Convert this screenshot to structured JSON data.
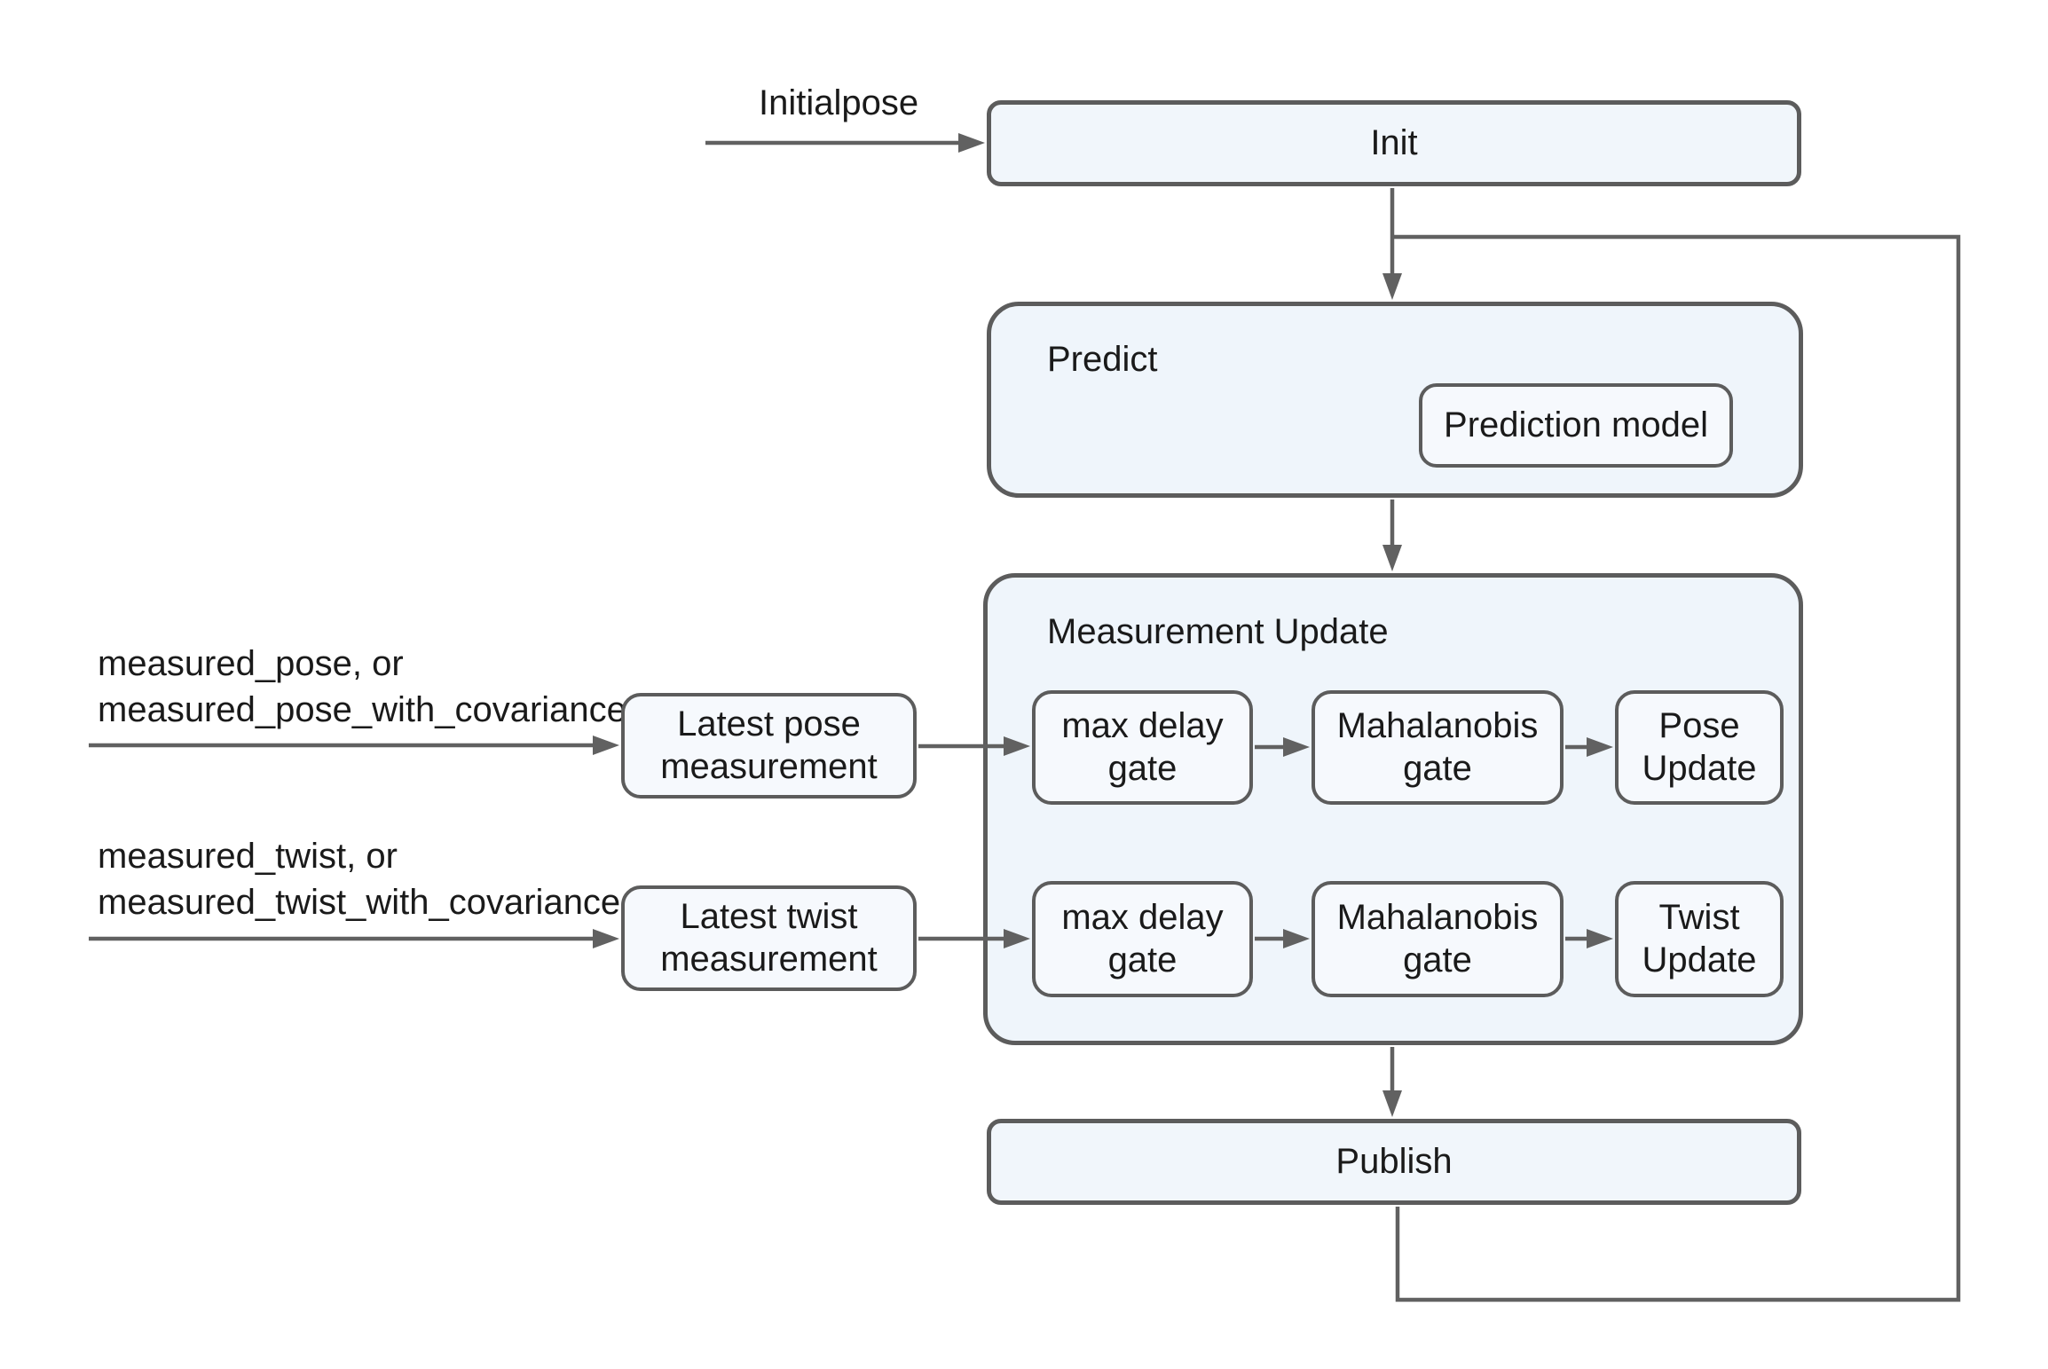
{
  "diagram": {
    "description": "Flowchart of a localization filter node: Init, Predict, Measurement Update, Publish with feedback loop",
    "colors": {
      "background": "#ffffff",
      "container_fill": "#eff5fb",
      "node_fill": "#f6f9fd",
      "banner_fill": "#f1f6fb",
      "border": "#5c5c5c",
      "arrow": "#616161",
      "text": "#1a1a1a"
    },
    "nodes": {
      "init": "Init",
      "predict": "Predict",
      "prediction_model": "Prediction model",
      "measurement_update": "Measurement Update",
      "latest_pose": "Latest pose measurement",
      "latest_twist": "Latest twist measurement",
      "pose_max_delay": "max delay gate",
      "pose_mahalanobis": "Mahalanobis gate",
      "pose_update": "Pose Update",
      "twist_max_delay": "max delay gate",
      "twist_mahalanobis": "Mahalanobis gate",
      "twist_update": "Twist Update",
      "publish": "Publish"
    },
    "labels": {
      "initialpose": "Initialpose",
      "pose_input": "measured_pose, or\nmeasured_pose_with_covariance",
      "twist_input": "measured_twist, or\nmeasured_twist_with_covariance"
    }
  }
}
